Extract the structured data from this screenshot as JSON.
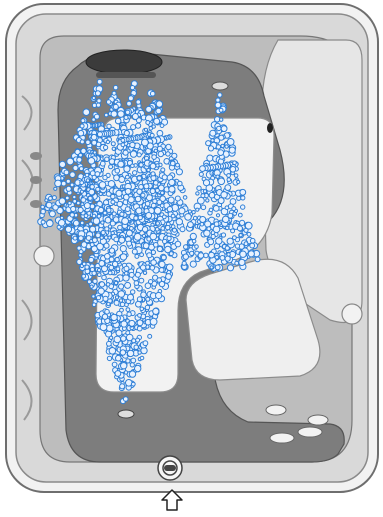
{
  "diagram": {
    "subject": "spa-tub-jet-spray-illustration",
    "spray_color": "#2f7fd6",
    "spray_fill": "#e8f2ff",
    "shell_color": "#bdbdbd",
    "seat_color": "#e9e9e9",
    "floor_color": "#7d7d7d",
    "jet_sources": [
      "top-left-jet-cluster",
      "top-right-jet",
      "bottom-jet"
    ],
    "icons": [
      "control-knob-icon",
      "up-arrow-icon"
    ]
  }
}
